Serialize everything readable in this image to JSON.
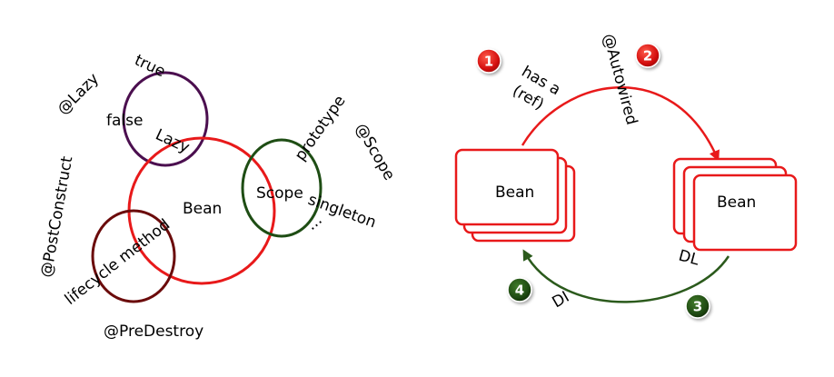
{
  "left": {
    "lazy_annotation": "@Lazy",
    "lazy_true": "true",
    "lazy_false": "false",
    "lazy_label": "Lazy",
    "bean_label": "Bean",
    "scope_label": "Scope",
    "scope_prototype": "prototype",
    "scope_singleton": "singleton",
    "scope_more": "...",
    "scope_annotation": "@Scope",
    "postconstruct_annotation": "@PostConstruct",
    "lifecycle_label": "lifecycle method",
    "predestroy_annotation": "@PreDestroy"
  },
  "right": {
    "badge1": "1",
    "badge2": "2",
    "badge3": "3",
    "badge4": "4",
    "has_a_line1": "has a",
    "has_a_line2": "(ref)",
    "autowired_label": "@Autowired",
    "bean_left": "Bean",
    "bean_right": "Bean",
    "dl_label": "DL",
    "di_label": "DI"
  },
  "colors": {
    "lazy_circle": "#4b0f4f",
    "bean_circle": "#e8191a",
    "scope_circle": "#1e4d14",
    "lifecycle_circle": "#6b0b0b",
    "red_arrow": "#e8191a",
    "green_arrow": "#2b5a1c",
    "badge_red": "#e01010",
    "badge_green": "#1f4a12"
  }
}
